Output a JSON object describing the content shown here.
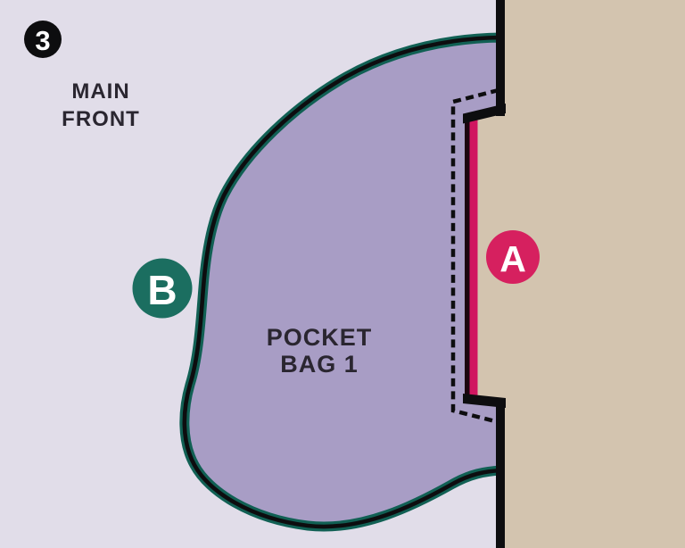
{
  "diagram": {
    "step_badge": {
      "label": "3",
      "bg": "#0d0d0f",
      "fg": "#ffffff"
    },
    "regions": {
      "main_front": {
        "line1": "MAIN",
        "line2": "FRONT"
      },
      "pocket_bag": {
        "line1": "POCKET",
        "line2": "BAG 1"
      }
    },
    "badges": {
      "a": {
        "label": "A",
        "bg": "#d6205f",
        "fg": "#ffffff"
      },
      "b": {
        "label": "B",
        "bg": "#1b6e60",
        "fg": "#ffffff"
      }
    },
    "colors": {
      "background_left": "#e1dde9",
      "background_right": "#d3c4af",
      "pocket_fill": "#a89dc5",
      "teal_outline": "#116054",
      "pink_opening_line": "#d01660",
      "pink_line_shadow": "#1c040e",
      "line_black": "#0d0d0f",
      "text_dark": "#2a2630"
    }
  }
}
